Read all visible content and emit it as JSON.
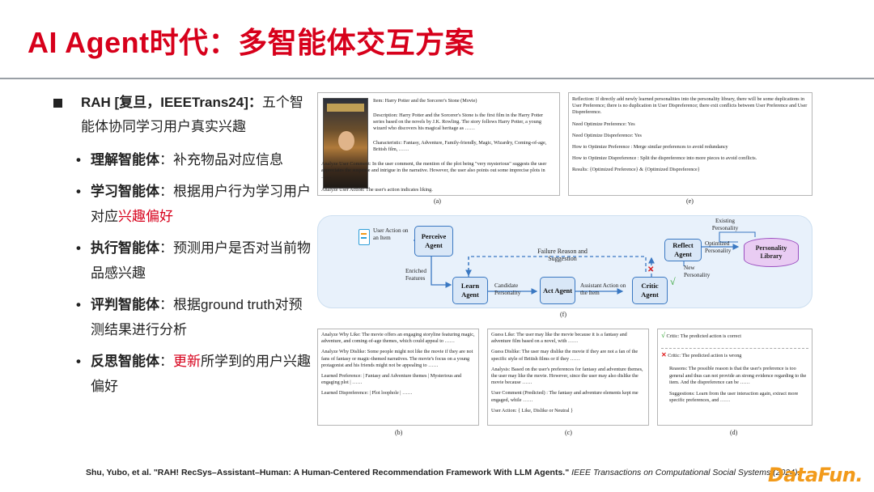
{
  "slide": {
    "title": "AI Agent时代：多智能体交互方案",
    "main_bullet": {
      "bold": "RAH [复旦，IEEETrans24]：",
      "rest": "五个智能体协同学习用户真实兴趣"
    },
    "sub_bullets": [
      {
        "bold": "理解智能体",
        "sep": "：",
        "text": "补充物品对应信息",
        "red": "",
        "tail": ""
      },
      {
        "bold": "学习智能体",
        "sep": "：",
        "text": "根据用户行为学习用户对应",
        "red": "兴趣偏好",
        "tail": ""
      },
      {
        "bold": "执行智能体",
        "sep": "：",
        "text": "预测用户是否对当前物品感兴趣",
        "red": "",
        "tail": ""
      },
      {
        "bold": "评判智能体",
        "sep": "：",
        "text": "根据ground truth对预测结果进行分析",
        "red": "",
        "tail": ""
      },
      {
        "bold": "反思智能体",
        "sep": "：",
        "text": "",
        "red": "更新",
        "tail": "所学到的用户兴趣偏好"
      }
    ],
    "citation": {
      "main": "Shu, Yubo, et al. \"RAH! RecSys–Assistant–Human: A Human-Centered Recommendation Framework With LLM Agents.\"",
      "journal": "IEEE Transactions on Computational Social Systems (2024)."
    },
    "logo": "DataFun."
  },
  "figure": {
    "a": {
      "caption": "(a)",
      "item": "Item: Harry Potter and the Sorcerer's Stone (Movie)",
      "description": "Description: Harry Potter and the Sorcerer's Stone is the first film in the Harry Potter series based on the novels by J.K. Rowling. The story follows Harry Potter, a young wizard who discovers his magical heritage as ……",
      "characteristic": "Characteristic: Fantasy, Adventure, Family-friendly, Magic, Wizardry, Coming-of-age, British film, ……",
      "comment": "Analyze User Comment: In the user comment, the mention of the plot being \"very mysterious\" suggests the user appreciates the suspense and intrigue in the narrative. However, the user also points out some imprecise plots in ……",
      "action": "Analyze User Action: The user's action indicates liking."
    },
    "e": {
      "caption": "(e)",
      "reflection": "Reflection: If directly add newly learned personalities into the personality library, there will be some duplications in User Preference; there is no duplication in User Dispreference; there exit conflicts between User Preference and User Dispreference.",
      "need_pref": "Need Optimize Preference: Yes",
      "need_dispref": "Need Optimize Dispreference: Yes",
      "how_pref": "How to Optimize Preference : Merge similar preferences to avoid redundancy",
      "how_dispref": "How to Optimize Dispreference : Split the dispreference into more pieces to avoid conflicts.",
      "results": "Results: {Optimized Preference} & {Optimized Dispreference}"
    },
    "f": {
      "caption": "(f)",
      "user_action": "User Action on an Item",
      "perceive": "Perceive Agent",
      "enriched": "Enriched Features",
      "learn": "Learn Agent",
      "candidate": "Candidate Personality",
      "act": "Act Agent",
      "assistant_action": "Assistant Action on the Item",
      "critic": "Critic Agent",
      "failure": "Failure Reason and Suggestion",
      "reflect": "Reflect Agent",
      "existing": "Existing Personality",
      "optimized": "Optimized Personality",
      "new": "New Personality",
      "library": "Personality Library"
    },
    "b": {
      "caption": "(b)",
      "why_like": "Analyze Why Like: The movie offers an engaging storyline featuring magic, adventure, and coming-of-age themes, which could appeal to ……",
      "why_dislike": "Analyze Why Dislike: Some people might not like the movie if they are not fans of fantasy or magic-themed narratives. The movie's focus on a young protagonist and his friends might not be appealing to ……",
      "learned_pref": "Learned Preference: | Fantasy and Adventure themes | Mysterious and engaging plot | ……",
      "learned_dispref": "Learned Dispreference: | Plot loophole | ……"
    },
    "c": {
      "caption": "(c)",
      "guess_like": "Guess Like: The user may like the movie because it is a fantasy and adventure film based on a novel, with ……",
      "guess_dislike": "Guess Dislike: The user may dislike the movie if they are not a fan of the specific style of British films or if they ……",
      "analysis": "Analysis: Based on the user's preferences for fantasy and adventure themes, the user may like the movie. However, since the user may also dislike the movie because ……",
      "user_comment": "User Comment (Predicted) : The fantasy and adventure elements kept me engaged, while ……",
      "user_action": "User Action: { Like, Dislike or Neutral }"
    },
    "d": {
      "caption": "(d)",
      "correct": "Critic: The predicted action is correct",
      "wrong": "Critic: The predicted action is wrong",
      "reasons": "Reasons: The possible reason is that the user's preference is too general and thus can not provide an strong evidence regarding to the item. And the dispreference can be ……",
      "suggestions": "Suggestions: Learn from the user interaction again, extract more specific preferences, and ……"
    }
  }
}
